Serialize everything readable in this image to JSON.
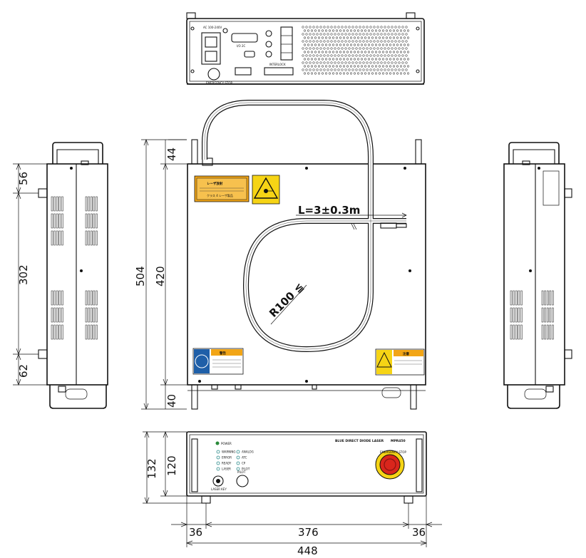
{
  "dimensions": {
    "total_height": "504",
    "body_height": "420",
    "top_gap": "44",
    "bottom_gap": "40",
    "side_top": "56",
    "side_middle": "302",
    "side_bottom": "62",
    "front_total_height": "132",
    "front_body_height": "120",
    "width_left": "36",
    "width_center": "376",
    "width_right": "36",
    "total_width": "448"
  },
  "cable": {
    "length_label": "L=3±0.3m",
    "radius_label": "R100 ≦"
  },
  "warning_labels": {
    "laser_title": "レーザ放射",
    "laser_class": "クラス 4 レーザ製品",
    "warning_title": "警告",
    "caution_title": "注意"
  },
  "front_panel": {
    "brand_text": "BLUE DIRECT DIODE LASER",
    "model": "MPR450",
    "power": "POWER",
    "indicators_left": [
      "WARNING",
      "ERROR",
      "READY",
      "LASER"
    ],
    "indicators_right": [
      "ANALOG",
      "ATC",
      "CP",
      "PILOT"
    ],
    "key_label": "LASER KEY",
    "pilot_label": "PILOT",
    "emergency_label": "EMERGENCY STOP"
  },
  "rear_panel": {
    "ac_label": "AC 100-240V",
    "io_label": "I/O 2C",
    "interlock_label": "INTERLOCK",
    "emergency_label": "EMERGENCY STOP"
  },
  "colors": {
    "line": "#111111",
    "laser_label_bg": "#f2a516",
    "emergency_red": "#d9261c",
    "safety_blue": "#1f5fa8"
  }
}
